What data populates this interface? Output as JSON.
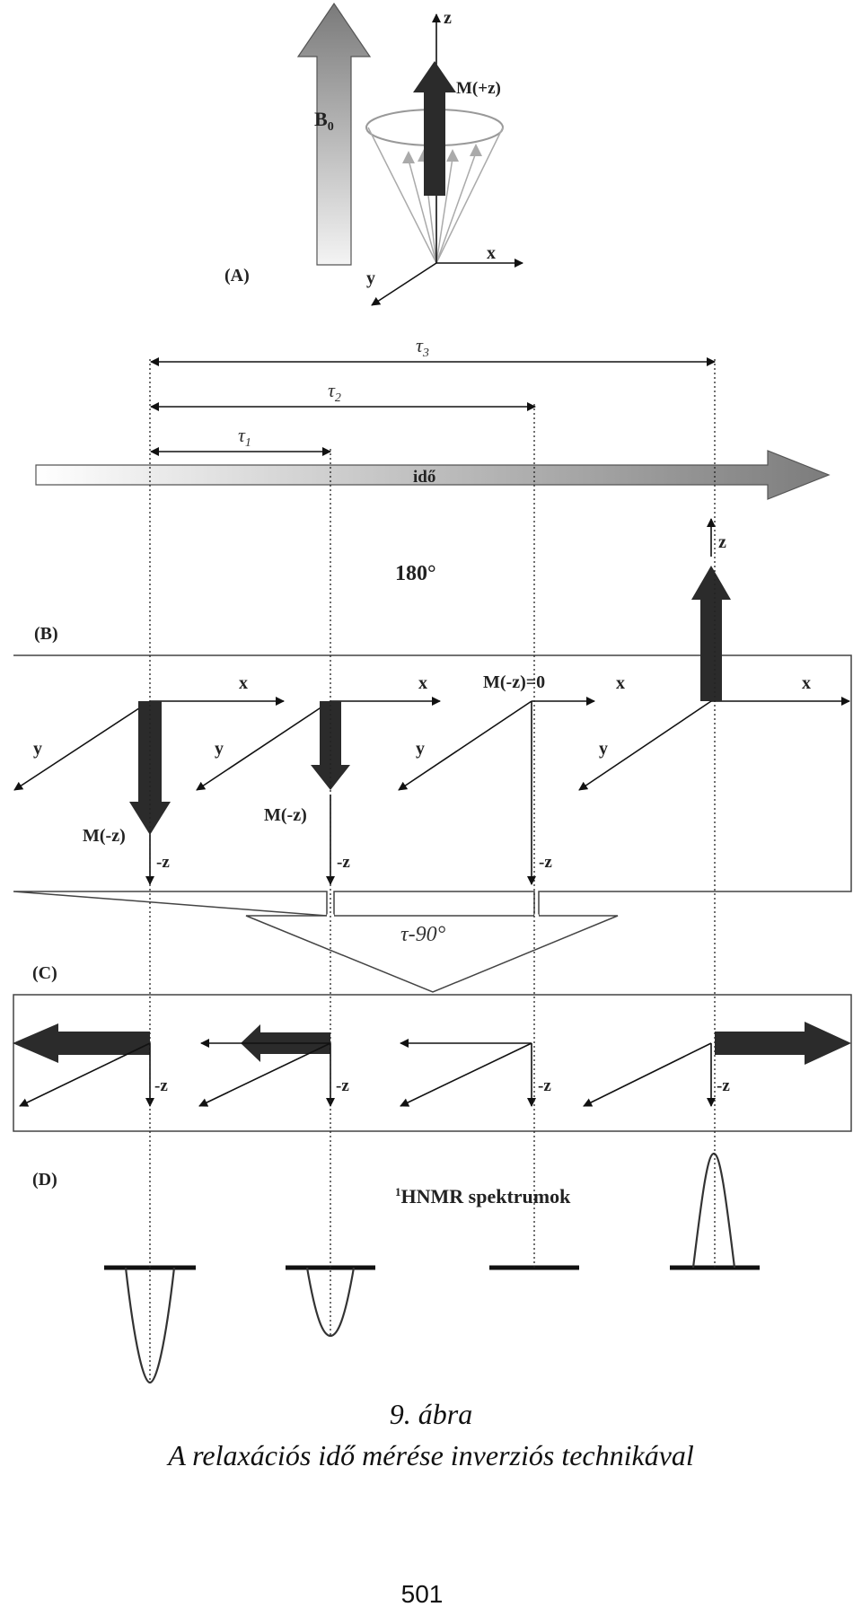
{
  "panel_labels": {
    "a": "(A)",
    "b": "(B)",
    "c": "(C)",
    "d": "(D)"
  },
  "panel_a": {
    "field_label_main": "B",
    "field_label_sub": "0",
    "axis_z": "z",
    "axis_x": "x",
    "axis_y": "y",
    "magnetization": "M(+z)"
  },
  "timeline": {
    "label": "idő",
    "tau1": "τ",
    "tau1_sub": "1",
    "tau2": "τ",
    "tau2_sub": "2",
    "tau3": "τ",
    "tau3_sub": "3"
  },
  "panel_b": {
    "pulse": "180°",
    "axis_x": "x",
    "axis_y": "y",
    "axis_minus_z": "-z",
    "axis_z": "z",
    "m_minus_z": "M(-z)",
    "m_zero": "M(-z)=0"
  },
  "panel_c": {
    "pulse": "τ-90°",
    "axis_minus_z": "-z"
  },
  "panel_d": {
    "title_sup": "1",
    "title": "HNMR spektrumok"
  },
  "caption": {
    "line1": "9. ábra",
    "line2": "A relaxációs idő mérése inverziós technikával"
  },
  "page_number": "501",
  "colors": {
    "ink": "#111111",
    "arrow_dark": "#2b2b2b",
    "gray": "#8a8a8a"
  }
}
